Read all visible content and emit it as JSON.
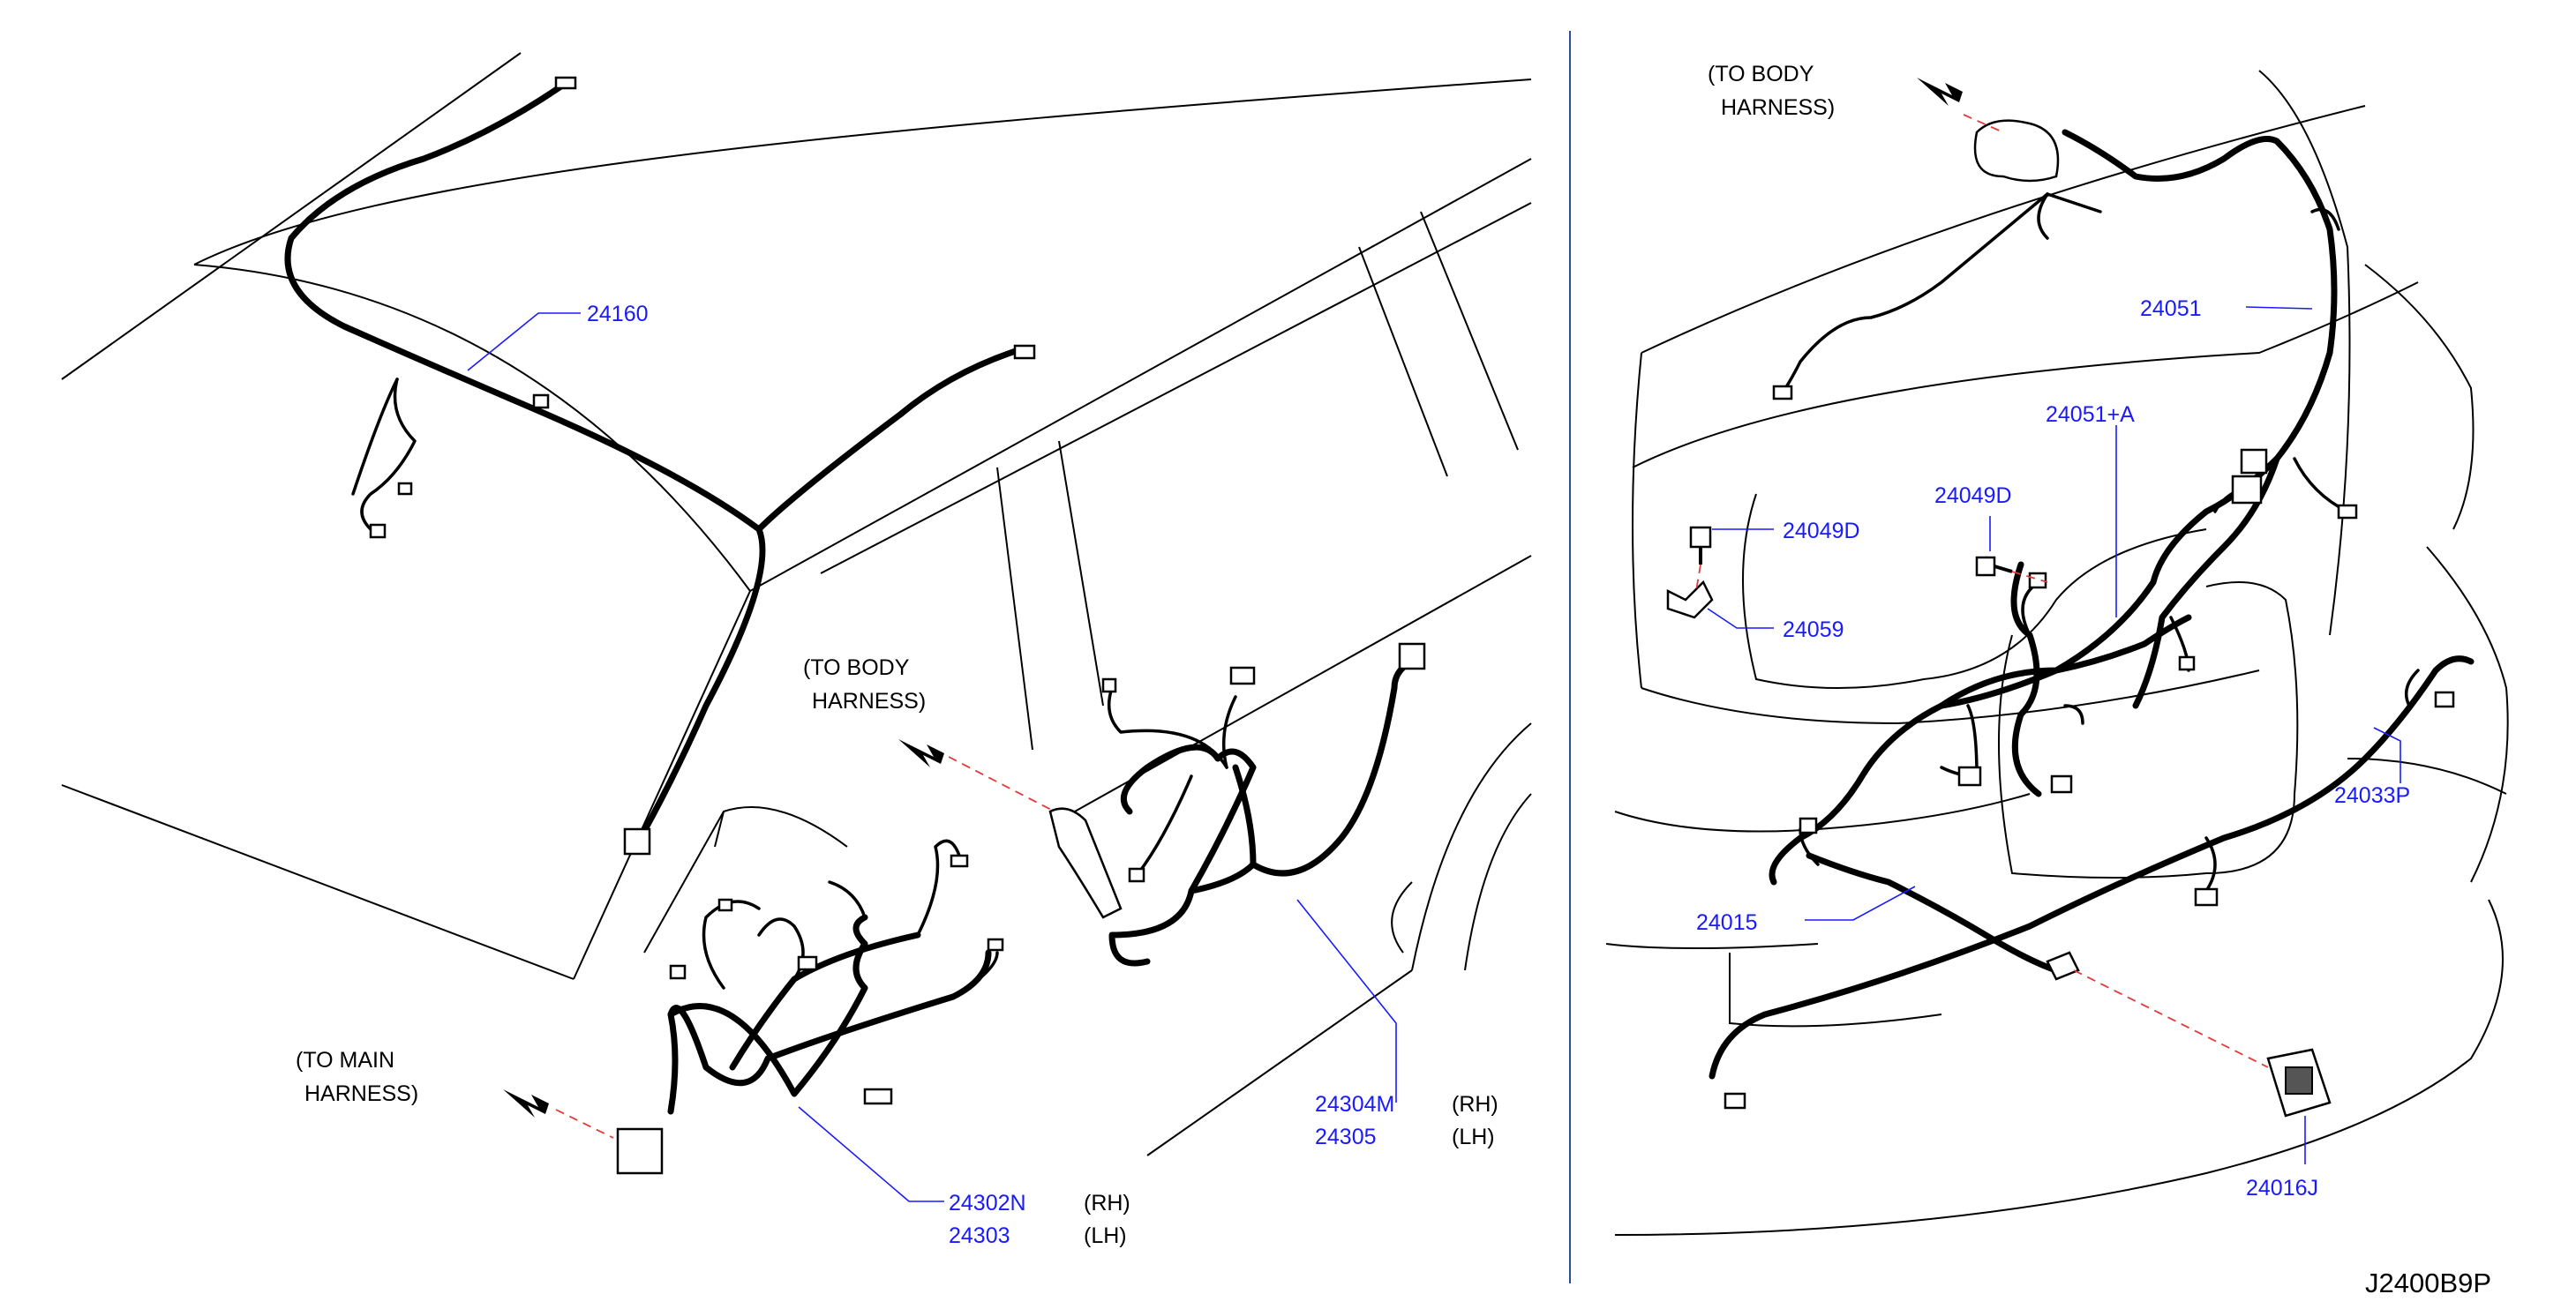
{
  "divider_color": "#2a4d9e",
  "label_color": "#1a1aff",
  "callout_dash_color": "#e23a3a",
  "left": {
    "to_body_harness": [
      "(TO  BODY",
      "HARNESS)"
    ],
    "to_main_harness": [
      "(TO  MAIN",
      "HARNESS)"
    ],
    "part_24160": "24160",
    "part_24304m": "24304M",
    "part_24305": "24305",
    "side_24304m": "(RH)",
    "side_24305": "(LH)",
    "part_24302n": "24302N",
    "part_24303": "24303",
    "side_24302n": "(RH)",
    "side_24303": "(LH)"
  },
  "right": {
    "to_body_harness": [
      "(TO  BODY",
      "HARNESS)"
    ],
    "part_24051": "24051",
    "part_24051a": "24051+A",
    "part_24049d_left": "24049D",
    "part_24049d_right": "24049D",
    "part_24059": "24059",
    "part_24033p": "24033P",
    "part_24015": "24015",
    "part_24016j": "24016J"
  },
  "diagram_code": "J2400B9P"
}
